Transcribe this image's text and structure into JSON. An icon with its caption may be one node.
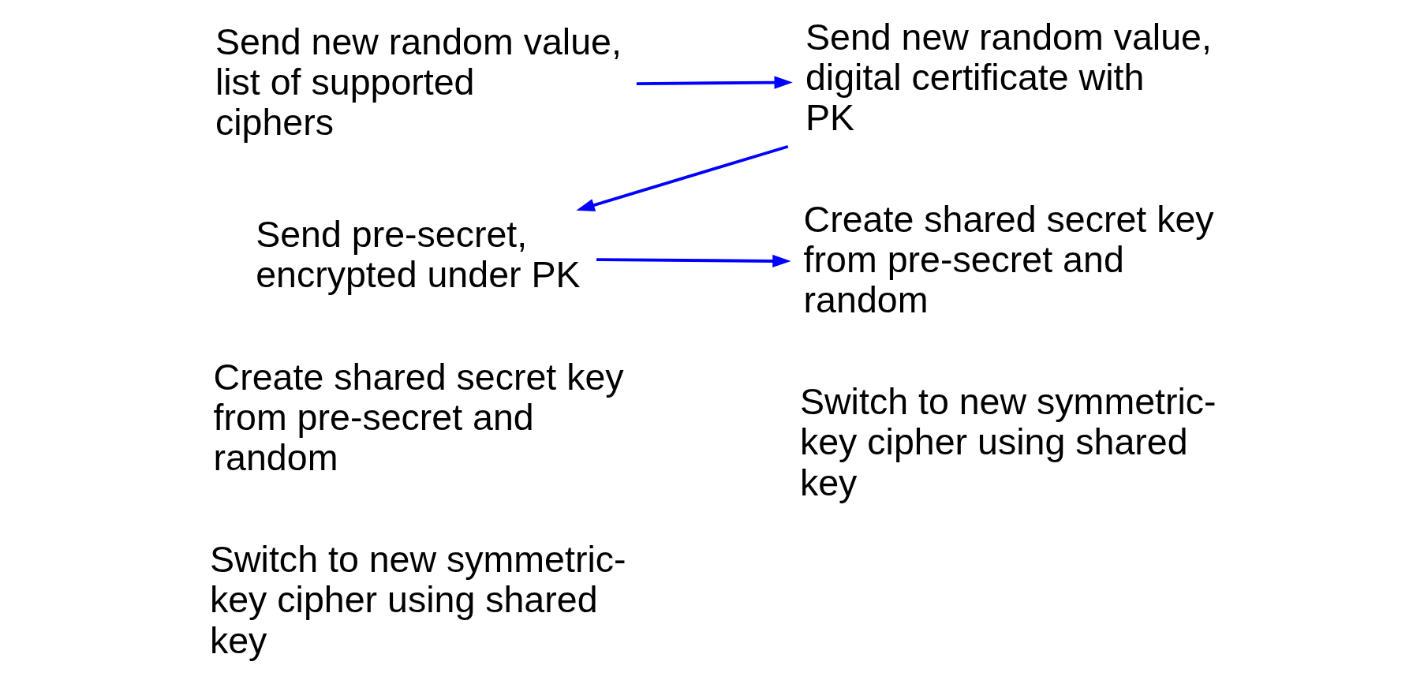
{
  "diagram": {
    "nodes": [
      {
        "text": [
          "Send new random value, list of supported ciphers"
        ]
      },
      {
        "text": [
          "Send new random value, digital certificate with PK"
        ]
      },
      {
        "text": [
          "Send pre-secret, encrypted under PK"
        ]
      },
      {
        "text": [
          "Create shared secret key from pre-secret and random"
        ]
      },
      {
        "text": [
          "Create shared secret key from pre-secret and random"
        ]
      },
      {
        "text": [
          "Switch to new symmetric-key cipher using shared key"
        ]
      },
      {
        "text": [
          "Switch to new symmetric-key cipher using shared key"
        ]
      }
    ],
    "edges": [
      {
        "from": 0,
        "to": 1,
        "arrow": "to"
      },
      {
        "from": 1,
        "to": 2,
        "arrow": "to"
      },
      {
        "from": 2,
        "to": 4,
        "arrow": "to"
      }
    ]
  }
}
